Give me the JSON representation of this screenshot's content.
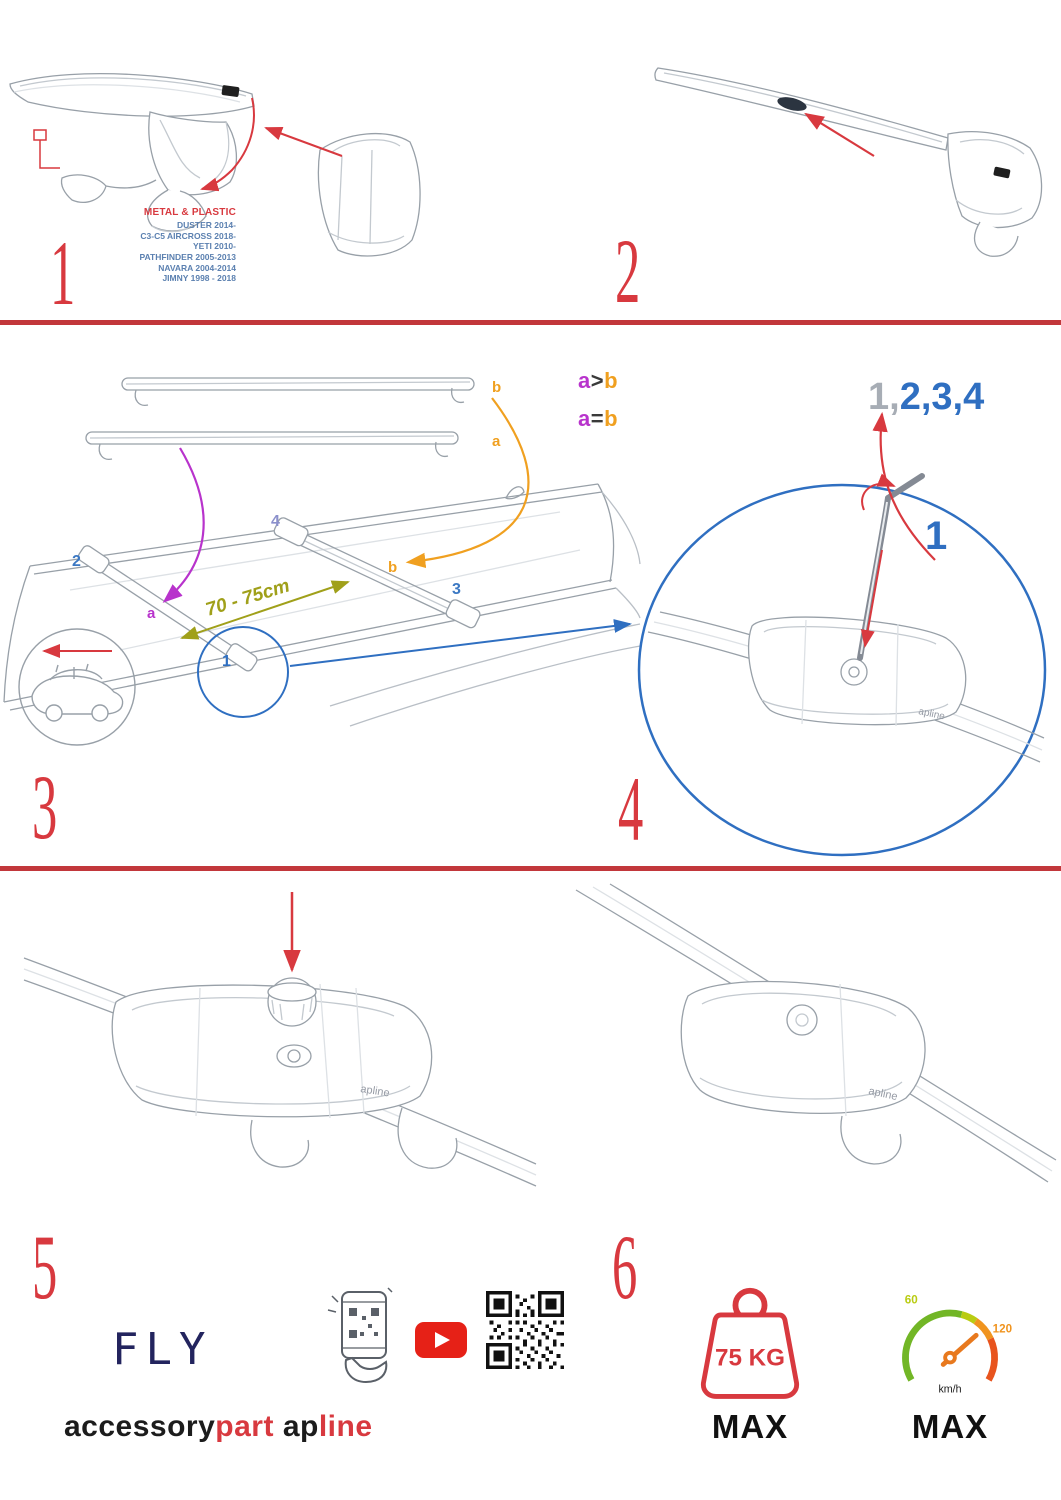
{
  "steps": {
    "s1": "1",
    "s2": "2",
    "s3": "3",
    "s4": "4",
    "s5": "5",
    "s6": "6"
  },
  "step1": {
    "material_label": "METAL & PLASTIC",
    "models": [
      "DUSTER 2014-",
      "C3-C5 AIRCROSS 2018-",
      "YETI 2010-",
      "PATHFINDER 2005-2013",
      "NAVARA 2004-2014",
      "JIMNY 1998 - 2018"
    ]
  },
  "step3": {
    "bar_top_label": "b",
    "bar_bottom_label": "a",
    "roof": {
      "front_bar": "2",
      "rear_bar_far": "4",
      "rear_bar_near": "3",
      "pos_a": "a",
      "pos_b": "b",
      "pos_1": "1"
    },
    "formula_gt": {
      "a": "a",
      "op": ">",
      "b": "b"
    },
    "formula_eq": {
      "a": "a",
      "op": "=",
      "b": "b"
    },
    "distance": "70 - 75cm"
  },
  "step4": {
    "sequence_gray": "1,",
    "sequence_blue": "2,3,4",
    "knob": "1",
    "logo": "apline"
  },
  "step5": {
    "logo": "apline"
  },
  "step6": {
    "logo": "apline"
  },
  "branding": {
    "fly": "FLY",
    "word1": "accessory",
    "word2": "part",
    "word3": "ap",
    "word4": "line"
  },
  "limits": {
    "weight_value": "75 KG",
    "weight_max": "MAX",
    "speed_low": "60",
    "speed_high": "120",
    "speed_unit": "km/h",
    "speed_max": "MAX"
  },
  "colors": {
    "red": "#d8393f",
    "blue": "#2f6fc1",
    "magenta": "#b833cc",
    "orange": "#f0a020",
    "olive": "#a0a01a"
  }
}
